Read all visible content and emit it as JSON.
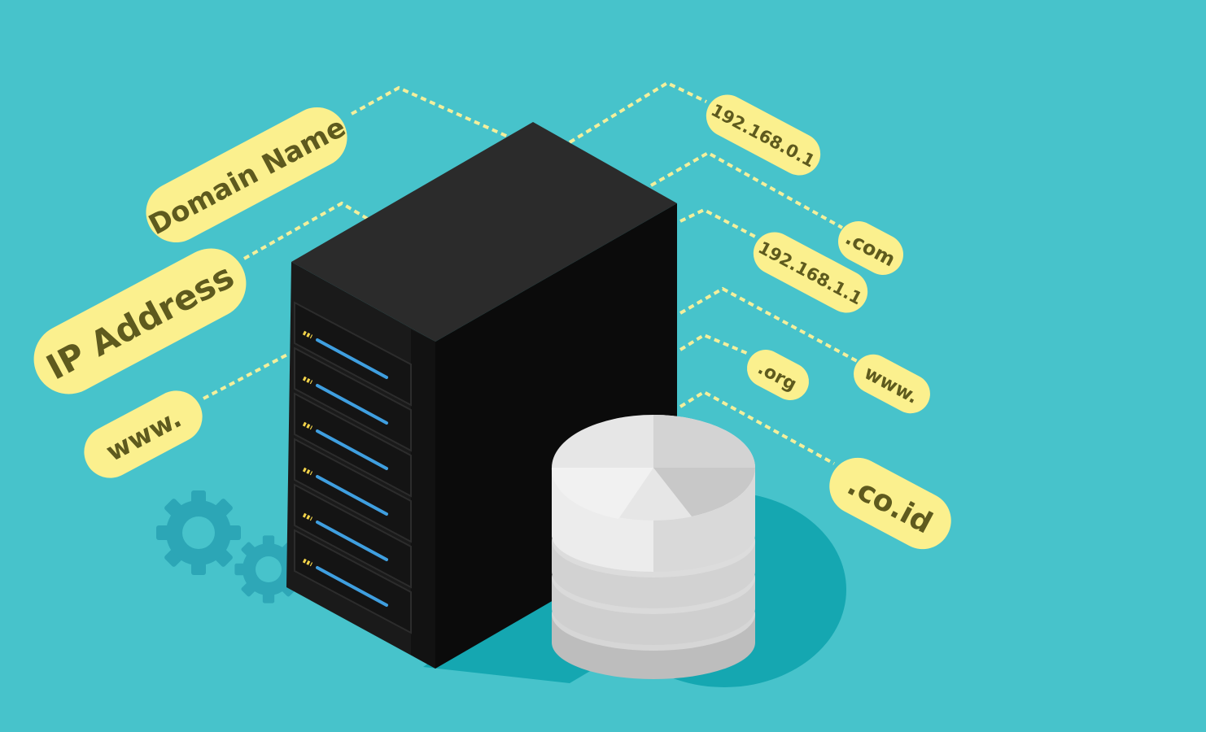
{
  "labels": {
    "domain_name": "Domain Name",
    "ip_address": "IP Address",
    "www_left": "www.",
    "ip_1": "192.168.0.1",
    "com": ".com",
    "ip_2": "192.168.1.1",
    "org": ".org",
    "www_right": "www.",
    "co_id": ".co.id"
  },
  "server": {
    "drive_bays": 6
  },
  "colors": {
    "background": "#47c3cb",
    "tag": "#fbf08e",
    "tag_text": "#5e5a1e",
    "connector": "#f3ef9c",
    "server_front": "#1a1a1a",
    "server_side": "#0b0b0b",
    "server_top": "#2b2b2b",
    "drive_stripe": "#3f9fe0",
    "drive_led": "#f2d34a",
    "database": "#e6e6e6",
    "shadow": "#15a7b1",
    "gear": "#2aa3b4"
  },
  "icons": {
    "server": "server-tower-icon",
    "database": "database-cylinder-icon",
    "gears": "gear-icon"
  }
}
